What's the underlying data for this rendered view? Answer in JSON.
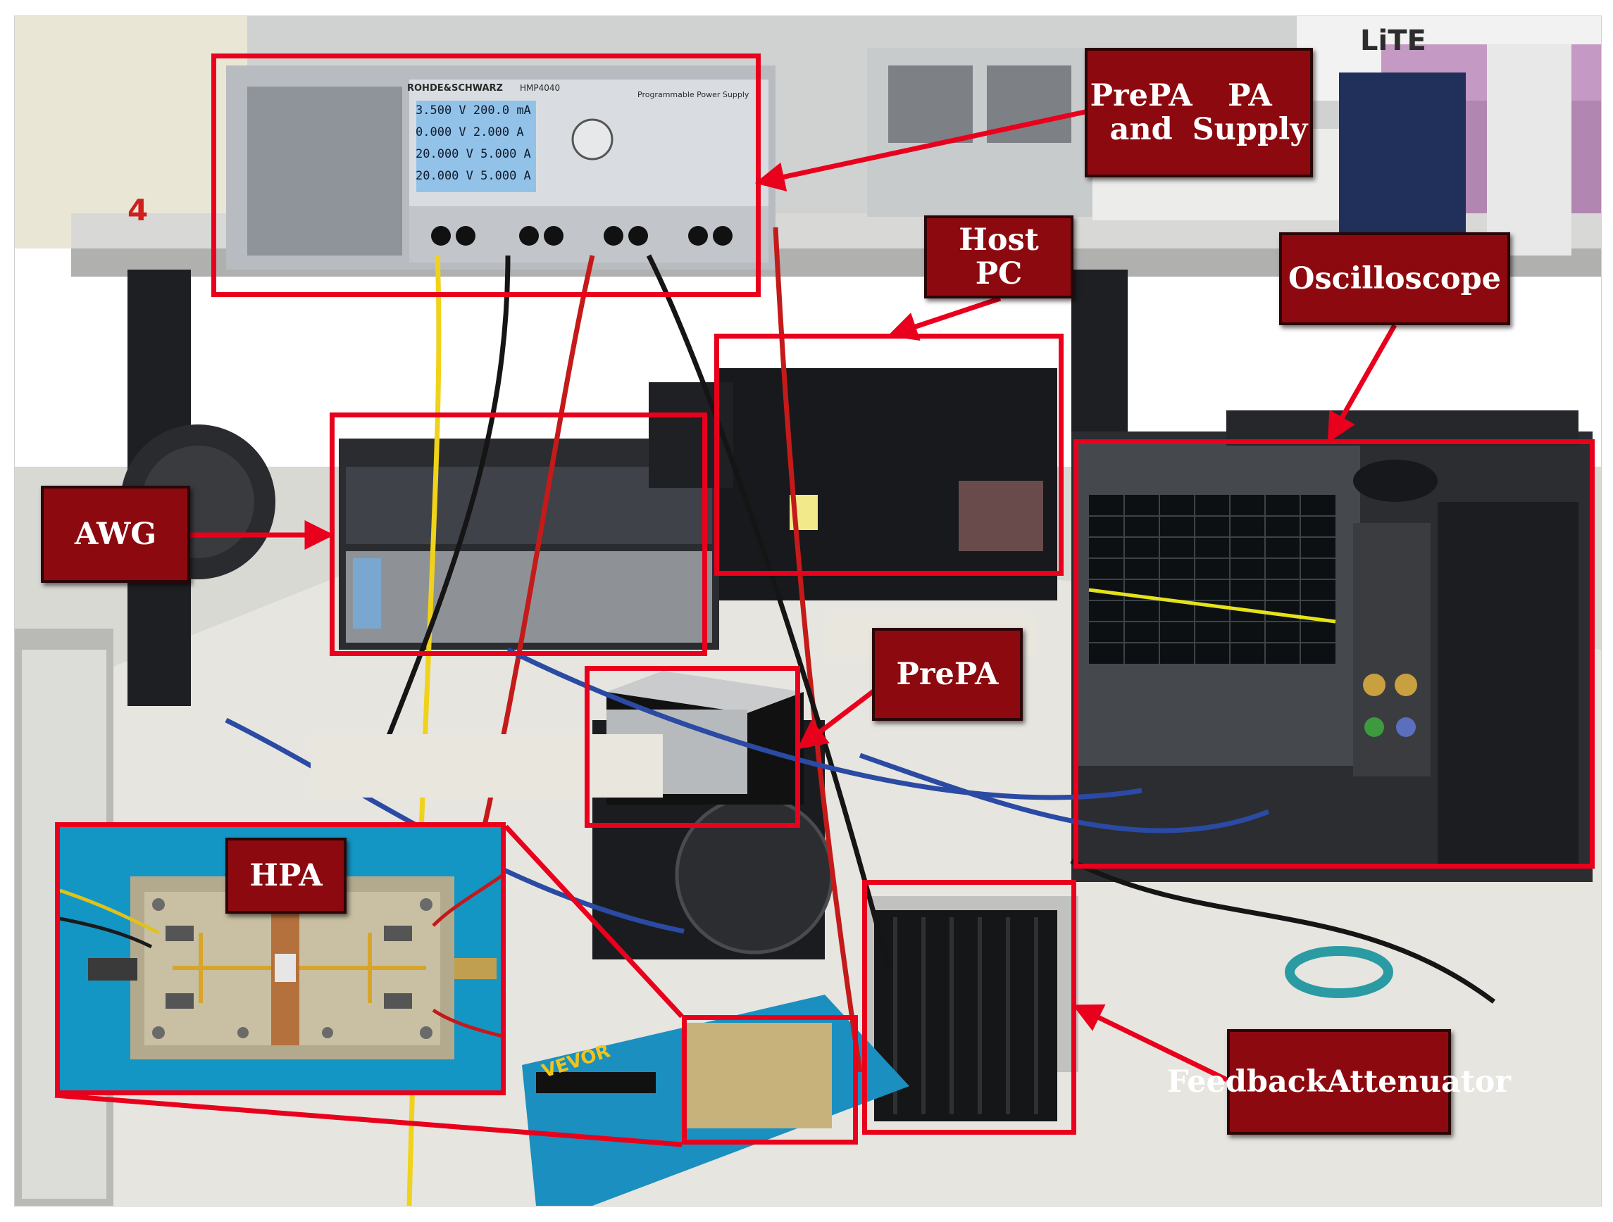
{
  "figure": {
    "labels": {
      "supply": [
        "PrePA and",
        "PA Supply"
      ],
      "host_pc": "Host PC",
      "oscilloscope": "Oscilloscope",
      "awg": "AWG",
      "prepa": "PrePA",
      "hpa": "HPA",
      "attenuator": [
        "Feedback",
        "Attenuator"
      ]
    },
    "power_supply_display": {
      "rows": [
        [
          "3.500 V",
          "200.0 mA"
        ],
        [
          "0.000 V",
          "2.000 A"
        ],
        [
          "20.000 V",
          "5.000 A"
        ],
        [
          "20.000 V",
          "5.000 A"
        ]
      ],
      "brand": "ROHDE&SCHWARZ",
      "model": "HMP4040",
      "subtitle": "Programmable Power Supply"
    },
    "background_text": {
      "logo": "LiTE",
      "sticker": "4",
      "heatsink_brand": "VEVOR"
    },
    "colors": {
      "highlight_red": "#e8001c",
      "label_fill": "#8c0a0f",
      "label_text": "#ffffff",
      "scope_trace": "#e5e21a",
      "inset_blue": "#1496c4"
    }
  }
}
